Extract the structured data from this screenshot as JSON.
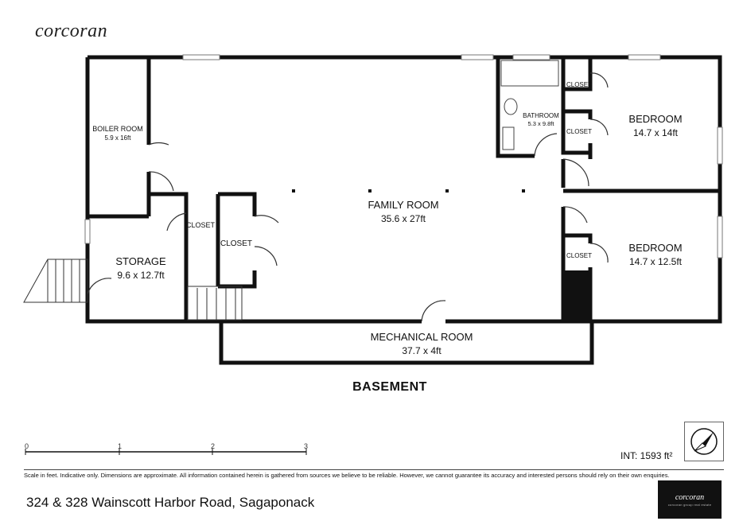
{
  "brand": {
    "logo_text": "corcoran",
    "footer_logo_text": "corcoran",
    "footer_logo_sub": "corcoran group real estate"
  },
  "floor_title": "BASEMENT",
  "rooms": {
    "boiler_room": {
      "name": "BOILER ROOM",
      "dims": "5.9 x 16ft"
    },
    "storage": {
      "name": "STORAGE",
      "dims": "9.6 x 12.7ft"
    },
    "closet_a": {
      "name": "CLOSET"
    },
    "closet_b": {
      "name": "CLOSET"
    },
    "family_room": {
      "name": "FAMILY ROOM",
      "dims": "35.6 x 27ft"
    },
    "bathroom": {
      "name": "BATHROOM",
      "dims": "5.3 x 9.8ft"
    },
    "closet_c": {
      "name": "CLOSET"
    },
    "closet_d": {
      "name": "CLOSET"
    },
    "bedroom_1": {
      "name": "BEDROOM",
      "dims": "14.7 x 14ft"
    },
    "bedroom_2": {
      "name": "BEDROOM",
      "dims": "14.7 x 12.5ft"
    },
    "closet_e": {
      "name": "CLOSET"
    },
    "mechanical_room": {
      "name": "MECHANICAL ROOM",
      "dims": "37.7 x 4ft"
    }
  },
  "scale": {
    "ticks": [
      "0",
      "1",
      "2",
      "3"
    ]
  },
  "area": "INT: 1593 ft²",
  "disclaimer": "Scale in feet. Indicative only. Dimensions are approximate. All information contained herein is gathered from sources we believe to be reliable. However, we cannot guarantee its accuracy and interested persons should rely on their own enquiries.",
  "address": "324 & 328 Wainscott Harbor Road, Sagaponack",
  "colors": {
    "wall": "#111111",
    "background": "#ffffff",
    "footer_logo_bg": "#111111"
  }
}
